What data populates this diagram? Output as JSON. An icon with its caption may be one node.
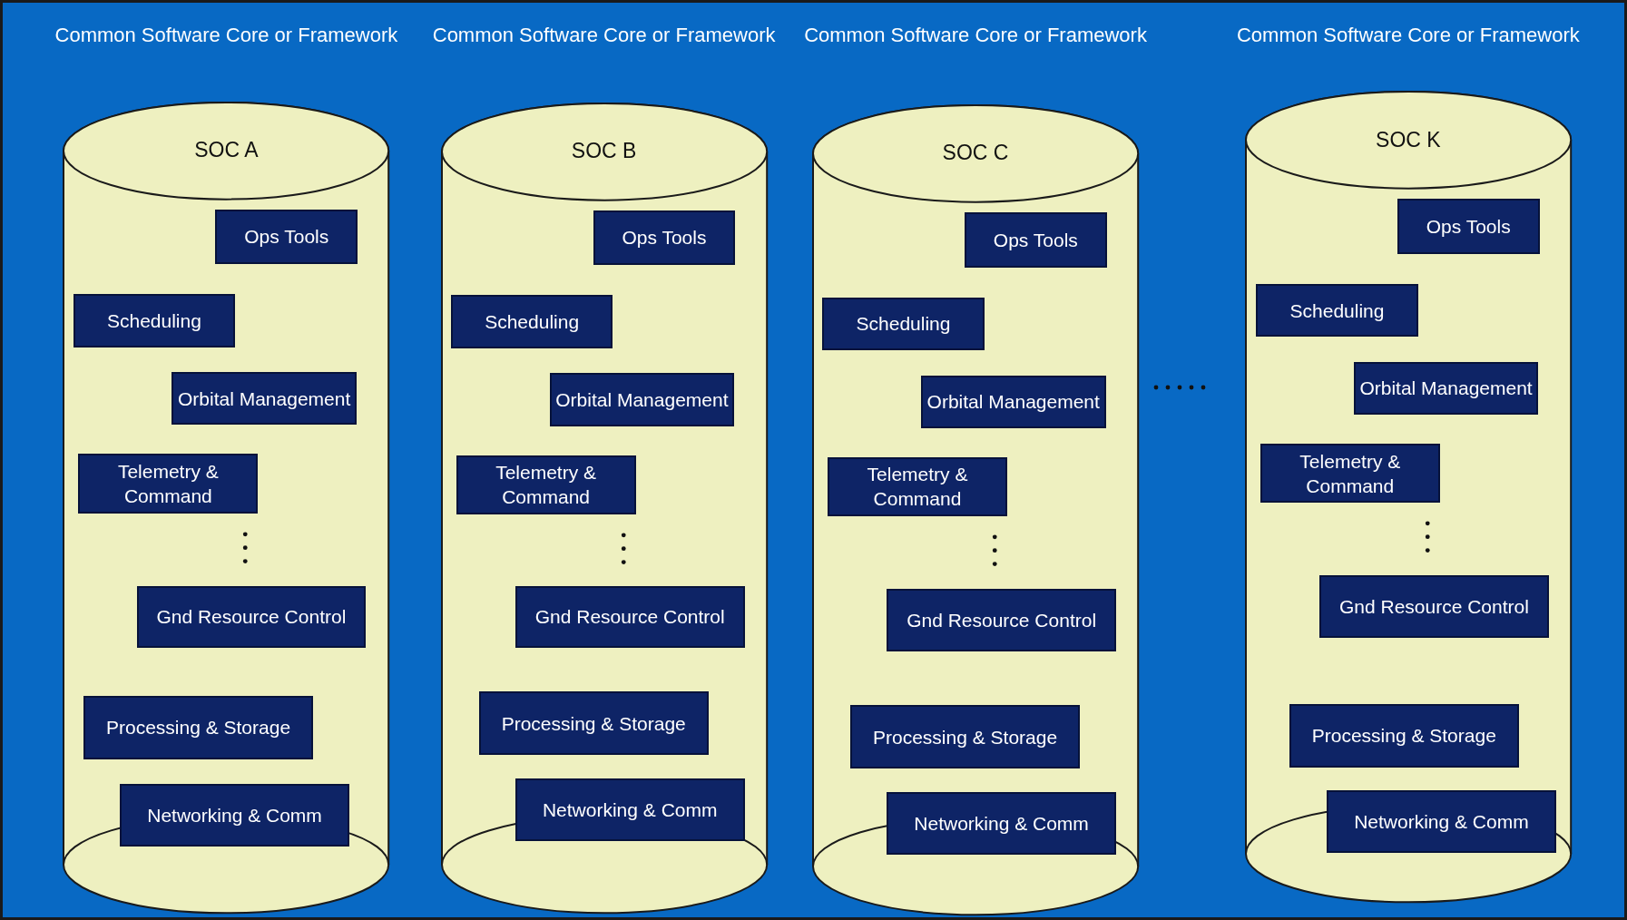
{
  "diagram": {
    "nodes": [
      {
        "text": [
          "Common Software Core or Framework",
          "SOC A"
        ]
      },
      {
        "text": [
          "Ops Tools"
        ],
        "in": 0
      },
      {
        "text": [
          "Scheduling"
        ],
        "in": 0
      },
      {
        "text": [
          "Orbital Management"
        ],
        "in": 0
      },
      {
        "text": [
          "Telemetry & Command"
        ],
        "in": 0
      },
      {
        "text": [
          "Gnd Resource Control"
        ],
        "in": 0
      },
      {
        "text": [
          "Processing & Storage"
        ],
        "in": 0
      },
      {
        "text": [
          "Networking & Comm"
        ],
        "in": 0
      },
      {
        "text": [
          "Common Software Core or Framework",
          "SOC B"
        ]
      },
      {
        "text": [
          "Ops Tools"
        ],
        "in": 8
      },
      {
        "text": [
          "Scheduling"
        ],
        "in": 8
      },
      {
        "text": [
          "Orbital Management"
        ],
        "in": 8
      },
      {
        "text": [
          "Telemetry & Command"
        ],
        "in": 8
      },
      {
        "text": [
          "Gnd Resource Control"
        ],
        "in": 8
      },
      {
        "text": [
          "Processing & Storage"
        ],
        "in": 8
      },
      {
        "text": [
          "Networking & Comm"
        ],
        "in": 8
      },
      {
        "text": [
          "Common Software Core or Framework",
          "SOC C"
        ]
      },
      {
        "text": [
          "Ops Tools"
        ],
        "in": 16
      },
      {
        "text": [
          "Scheduling"
        ],
        "in": 16
      },
      {
        "text": [
          "Orbital Management"
        ],
        "in": 16
      },
      {
        "text": [
          "Telemetry & Command"
        ],
        "in": 16
      },
      {
        "text": [
          "Gnd Resource Control"
        ],
        "in": 16
      },
      {
        "text": [
          "Processing & Storage"
        ],
        "in": 16
      },
      {
        "text": [
          "Networking & Comm"
        ],
        "in": 16
      },
      {
        "text": [
          "Common Software Core or Framework",
          "SOC K"
        ]
      },
      {
        "text": [
          "Ops Tools"
        ],
        "in": 24
      },
      {
        "text": [
          "Scheduling"
        ],
        "in": 24
      },
      {
        "text": [
          "Orbital Management"
        ],
        "in": 24
      },
      {
        "text": [
          "Telemetry & Command"
        ],
        "in": 24
      },
      {
        "text": [
          "Gnd Resource Control"
        ],
        "in": 24
      },
      {
        "text": [
          "Processing & Storage"
        ],
        "in": 24
      },
      {
        "text": [
          "Networking & Comm"
        ],
        "in": 24
      }
    ],
    "edges": []
  }
}
